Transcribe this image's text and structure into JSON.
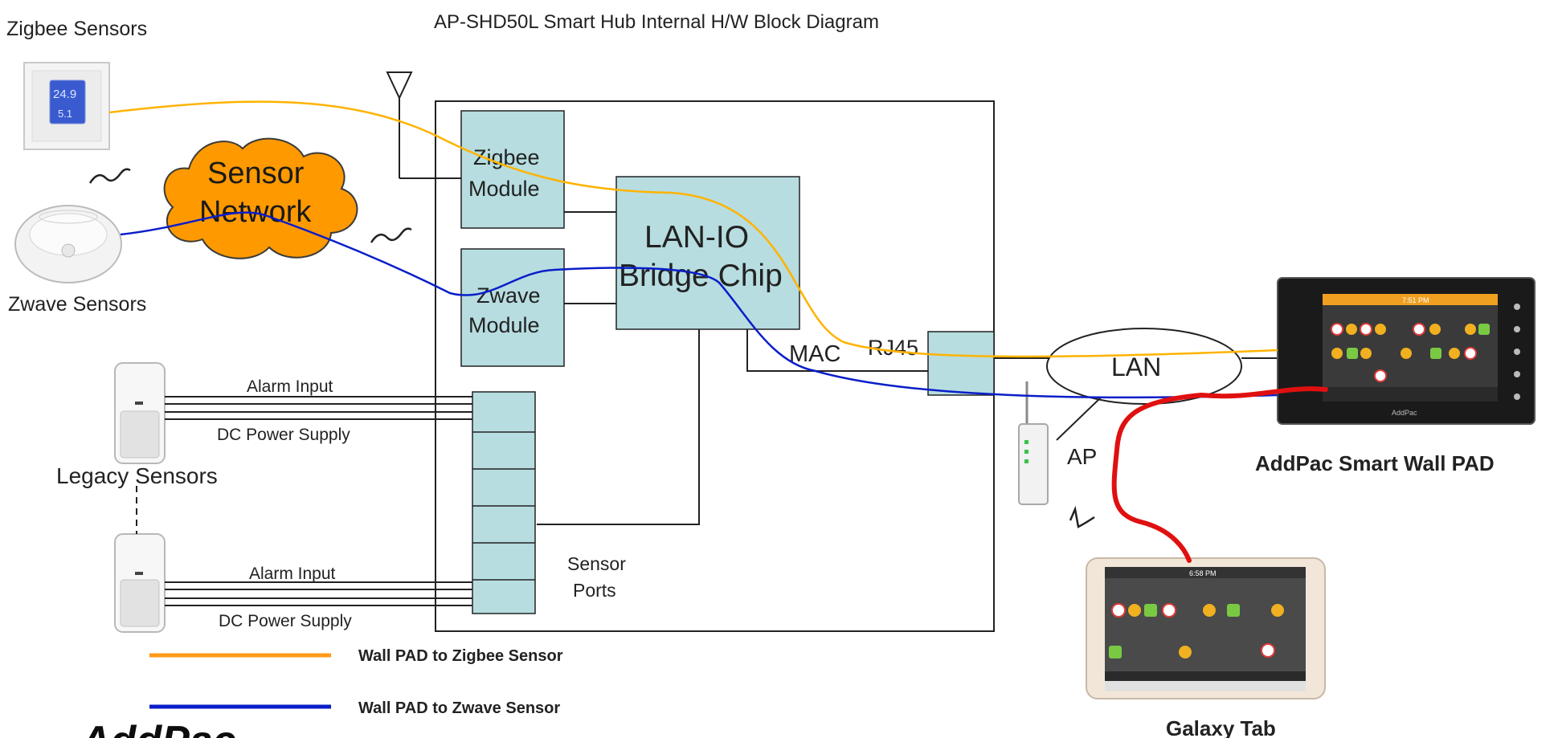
{
  "title": "AP-SHD50L Smart Hub Internal H/W Block Diagram",
  "sensors": {
    "zigbee_label": "Zigbee Sensors",
    "zigbee_display_top": "24.9",
    "zigbee_display_bottom": "5.1",
    "zwave_label": "Zwave Sensors",
    "legacy_label": "Legacy Sensors",
    "cloud_line1": "Sensor",
    "cloud_line2": "Network"
  },
  "hub": {
    "zigbee_line1": "Zigbee",
    "zigbee_line2": "Module",
    "zwave_line1": "Zwave",
    "zwave_line2": "Module",
    "bridge_line1": "LAN-IO",
    "bridge_line2": "Bridge Chip",
    "mac": "MAC",
    "rj45": "RJ45",
    "ports_line1": "Sensor",
    "ports_line2": "Ports"
  },
  "wiring": {
    "alarm_input_1": "Alarm Input",
    "dc_power_1": "DC Power Supply",
    "alarm_input_2": "Alarm Input",
    "dc_power_2": "DC Power Supply"
  },
  "network": {
    "lan": "LAN",
    "ap": "AP"
  },
  "devices": {
    "wallpad_label": "AddPac Smart Wall PAD",
    "wallpad_brand": "AddPac",
    "wallpad_time": "7:51 PM",
    "tab_label": "Galaxy Tab",
    "tab_time": "6:58 PM"
  },
  "legend": {
    "zigbee": "Wall PAD  to Zigbee Sensor",
    "zwave": "Wall PAD  to Zwave Sensor"
  },
  "logo": "AddPac",
  "colors": {
    "zigbee_path": "#ffb300",
    "zwave_path": "#0a1ec8",
    "wireless_path": "#e01010",
    "module_fill": "#b7dde0",
    "cloud_fill": "#ff9900",
    "legend_zigbee": "#ff9a1a"
  }
}
